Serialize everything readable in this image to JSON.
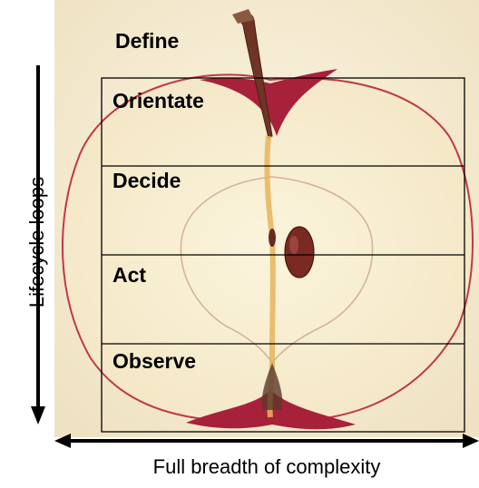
{
  "diagram": {
    "stages": {
      "define": "Define",
      "orientate": "Orientate",
      "decide": "Decide",
      "act": "Act",
      "observe": "Observe"
    },
    "y_axis_label": "Lifecycle loops",
    "x_axis_label": "Full breadth of complexity"
  },
  "colors": {
    "background": "#f5ecd2",
    "apple_skin": "#b3263a",
    "core_line": "#d9b9a0",
    "stem": "#7a3a2a",
    "seed": "#7a2a22",
    "grid_line": "#000000"
  },
  "icons": {
    "apple": "apple-cross-section-illustration"
  }
}
